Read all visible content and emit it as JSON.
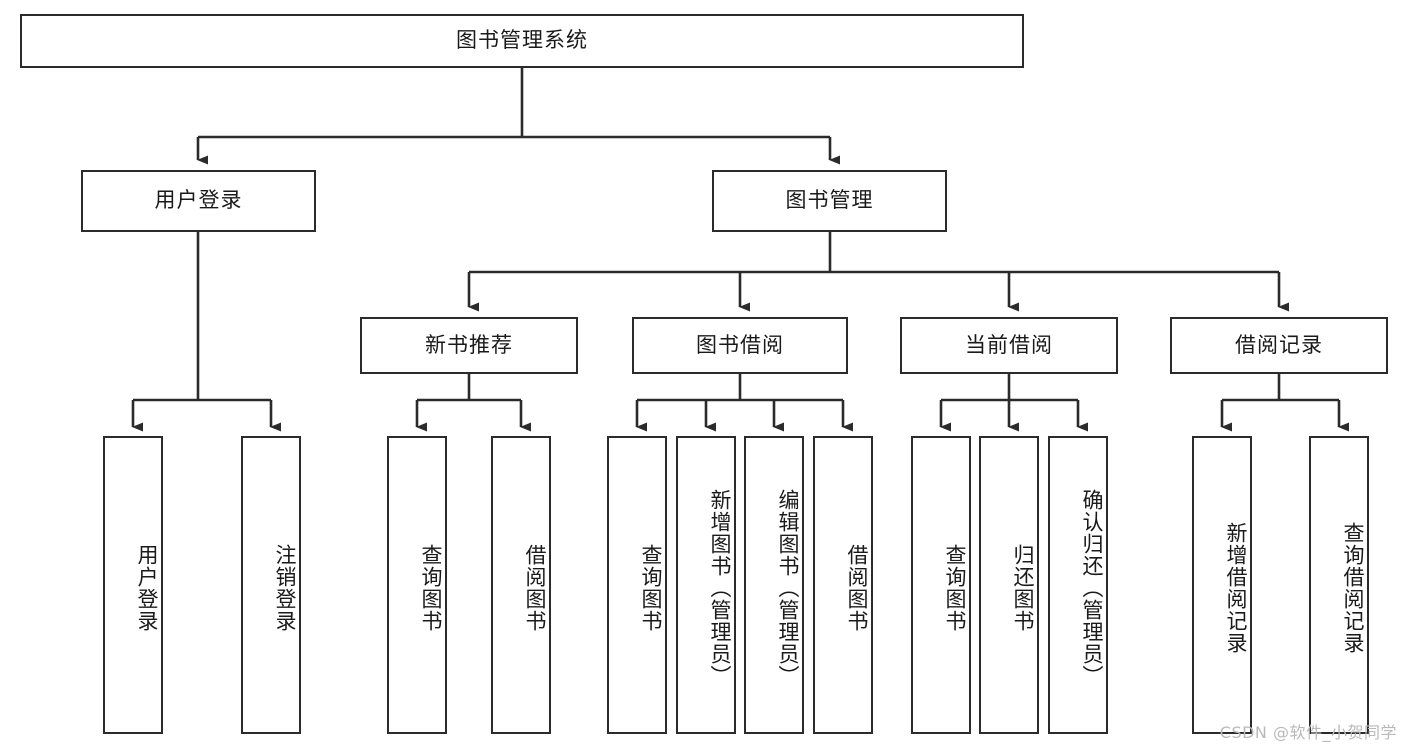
{
  "diagram": {
    "title": "图书管理系统",
    "watermark": "CSDN @软件_小贺同学",
    "nodes": {
      "root": {
        "label": "图书管理系统"
      },
      "level2": [
        {
          "id": "user-login",
          "label": "用户登录"
        },
        {
          "id": "book-management",
          "label": "图书管理"
        }
      ],
      "level3": [
        {
          "id": "new-book-recommend",
          "label": "新书推荐"
        },
        {
          "id": "book-borrow",
          "label": "图书借阅"
        },
        {
          "id": "current-borrow",
          "label": "当前借阅"
        },
        {
          "id": "borrow-record",
          "label": "借阅记录"
        }
      ],
      "leaves": [
        {
          "id": "leaf-user-login",
          "label": "用户登录",
          "parent": "user-login"
        },
        {
          "id": "leaf-logout-login",
          "label": "注销登录",
          "parent": "user-login"
        },
        {
          "id": "leaf-query-book-1",
          "label": "查询图书",
          "parent": "new-book-recommend"
        },
        {
          "id": "leaf-borrow-book-1",
          "label": "借阅图书",
          "parent": "new-book-recommend"
        },
        {
          "id": "leaf-query-book-2",
          "label": "查询图书",
          "parent": "book-borrow"
        },
        {
          "id": "leaf-add-book",
          "label": "新增图书（管理员）",
          "parent": "book-borrow"
        },
        {
          "id": "leaf-edit-book",
          "label": "编辑图书（管理员）",
          "parent": "book-borrow"
        },
        {
          "id": "leaf-borrow-book-2",
          "label": "借阅图书",
          "parent": "book-borrow"
        },
        {
          "id": "leaf-query-book-3",
          "label": "查询图书",
          "parent": "current-borrow"
        },
        {
          "id": "leaf-return-book",
          "label": "归还图书",
          "parent": "current-borrow"
        },
        {
          "id": "leaf-confirm-return",
          "label": "确认归还（管理员）",
          "parent": "current-borrow"
        },
        {
          "id": "leaf-add-record",
          "label": "新增借阅记录",
          "parent": "borrow-record"
        },
        {
          "id": "leaf-query-record",
          "label": "查询借阅记录",
          "parent": "borrow-record"
        }
      ]
    },
    "colors": {
      "stroke": "#2b2b2b",
      "fill": "#ffffff",
      "text": "#1a1a1a",
      "watermark": "#b9b9b9"
    }
  }
}
